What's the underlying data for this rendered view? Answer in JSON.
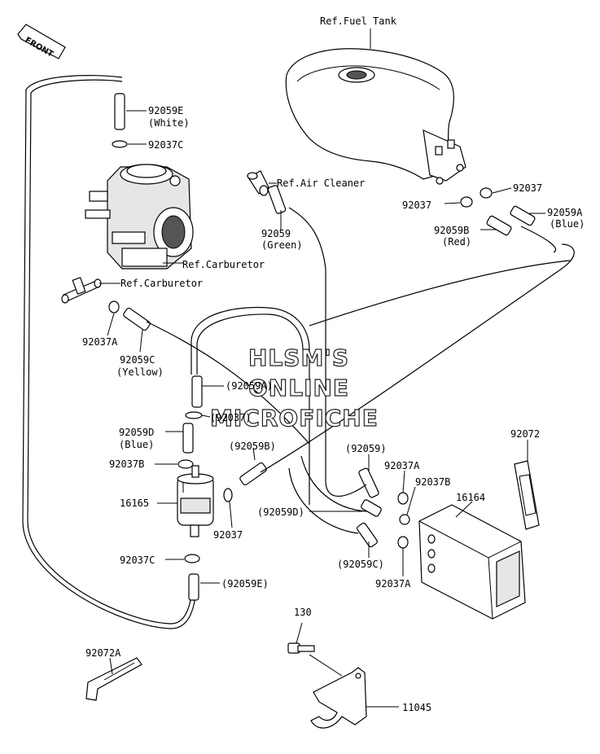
{
  "front_badge": "FRONT",
  "watermark": [
    "HLSM'S",
    "ONLINE",
    "MICROFICHE"
  ],
  "labels": {
    "ref_fuel_tank": "Ref.Fuel Tank",
    "ref_air_cleaner": "Ref.Air Cleaner",
    "ref_carburetor_1": "Ref.Carburetor",
    "ref_carburetor_2": "Ref.Carburetor",
    "p92059E_top": "92059E",
    "p92059E_top_color": "(White)",
    "p92037C_top": "92037C",
    "p92059_green": "92059",
    "p92059_green_color": "(Green)",
    "p92037_right": "92037",
    "p92037_left": "92037",
    "p92059A": "92059A",
    "p92059A_color": "(Blue)",
    "p92059B_red": "92059B",
    "p92059B_red_color": "(Red)",
    "p92037A_left": "92037A",
    "p92059C": "92059C",
    "p92059C_color": "(Yellow)",
    "p92059A_mid": "(92059A)",
    "p92037_mid": "(92037)",
    "p92059D": "92059D",
    "p92059D_color": "(Blue)",
    "p92037B_left": "92037B",
    "p16165": "16165",
    "p92037_filter": "92037",
    "p92059B_paren": "(92059B)",
    "p92037C_bottom": "92037C",
    "p92059E_paren": "(92059E)",
    "p92059_paren": "(92059)",
    "p92037A_right_top": "92037A",
    "p92037B_right": "92037B",
    "p92059D_paren": "(92059D)",
    "p16164": "16164",
    "p92059C_paren": "(92059C)",
    "p92037A_right_bottom": "92037A",
    "p92072": "92072",
    "p130": "130",
    "p92072A": "92072A",
    "p11045": "11045"
  }
}
